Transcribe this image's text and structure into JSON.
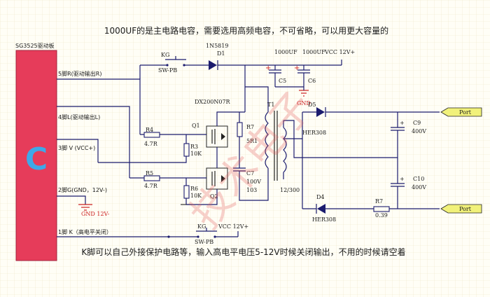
{
  "title": "1000UF的是主电路电容，需要选用高频电容，不可省略，可以用更大容量的",
  "footer": "K脚可以自己外接保护电路等，输入高电平电压5-12V时候关闭输出，不用的时候请空着",
  "board_label": "SG3525驱动板",
  "chip_letter": "C",
  "pins": {
    "p5": "5脚R(驱动输出R)",
    "p4": "4脚L(驱动输出L)",
    "p3": "3脚 V (VCC+)",
    "p2": "2脚G(GND，12V-)",
    "p1": "1脚 K（高电平关闭）"
  },
  "gnd1": "GND 12V-",
  "gnd2": "GND",
  "kg": "KG",
  "swpb": "SW-PB",
  "d1_part": "1N5819",
  "d1": "D1",
  "c5_val": "1000UF",
  "c6_val": "1000UF",
  "vcc": "VCC 12V+",
  "c5": "C5",
  "c6": "C6",
  "mos": "DX200N07R",
  "q1": "Q1",
  "q2": "Q2",
  "r4": "R4",
  "r4v": "4.7R",
  "r5": "R5",
  "r5v": "4.7R",
  "r3": "R3",
  "r3v": "10K",
  "r6": "R6",
  "r6v": "10K",
  "r7": "R7",
  "r7v": "5R1",
  "c7": "C7",
  "c7a": "100V",
  "c7b": "103",
  "t1": "T1",
  "ratio": "12/300",
  "d5": "D5",
  "d5p": "HER308",
  "d4": "D4",
  "d4p": "HER308",
  "c9": "C9",
  "c9v": "400V",
  "c10": "C10",
  "c10v": "400V",
  "r7b": "R7",
  "r7bv": "0.39",
  "port": "Port",
  "watermark": "技术电子",
  "colors": {
    "board": "#e63c5a",
    "wire": "#1b1b6e",
    "port": "#f1f17a",
    "grid": "#ece6c8"
  }
}
